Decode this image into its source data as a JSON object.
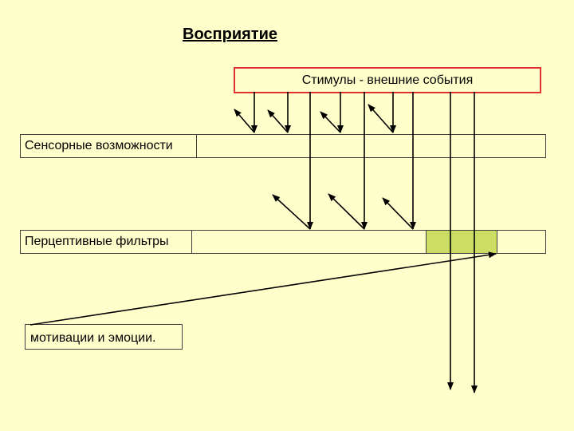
{
  "title": "Восприятие",
  "stimuli_label": "Стимулы - внешние события",
  "sensory_label": "Сенсорные возможности",
  "perceptual_label": "Перцептивные фильтры",
  "motivation_label": "мотивации и эмоции."
}
